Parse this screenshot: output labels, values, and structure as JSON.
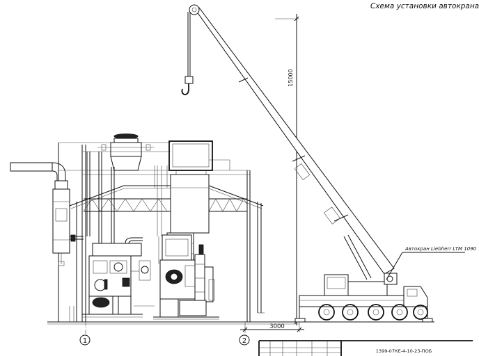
{
  "title": "Схема установки автокрана",
  "dimensions": {
    "height": "15000",
    "distance": "3000"
  },
  "crane_label": "Автокран Liebherr LTM 1090",
  "axes": [
    "1",
    "2"
  ],
  "stamp_code": "1399-07КЕ-4-10-23-ПОБ"
}
